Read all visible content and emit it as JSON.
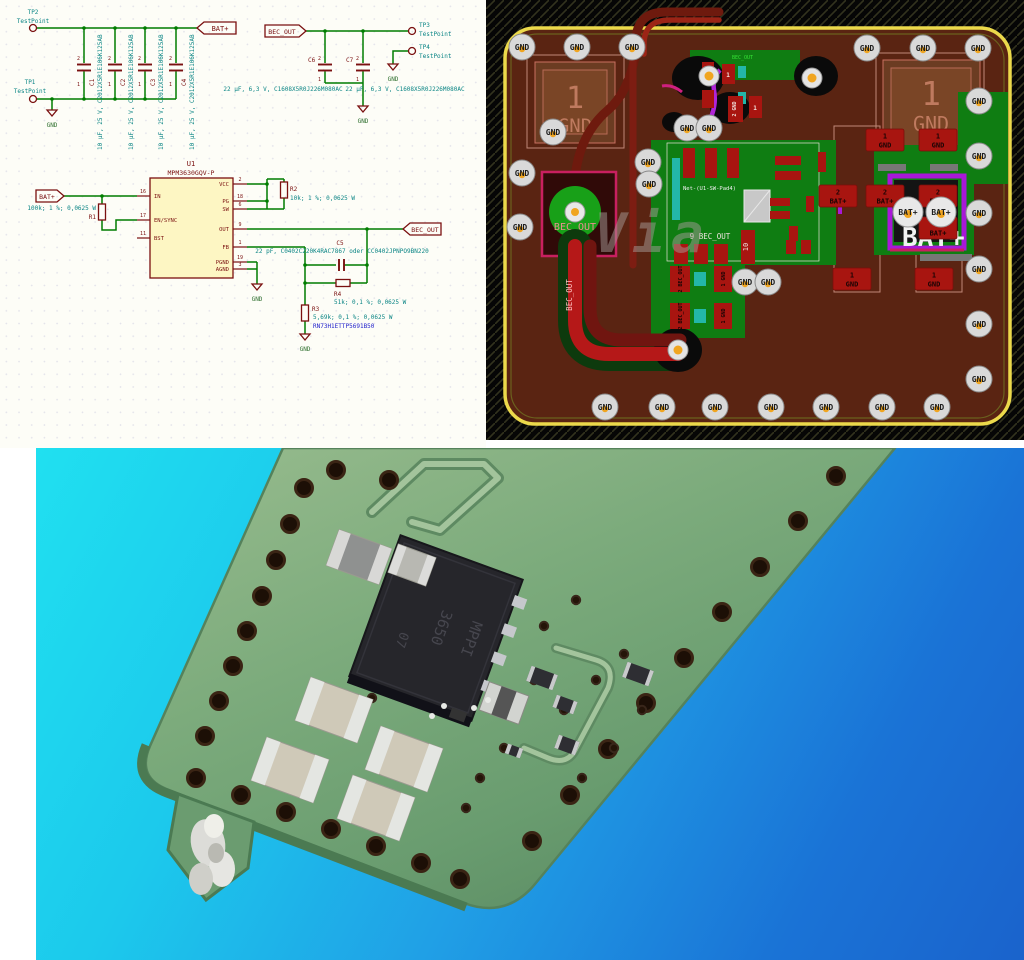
{
  "schematic": {
    "testpoints": {
      "tp1": {
        "ref": "TP1",
        "type": "TestPoint"
      },
      "tp2": {
        "ref": "TP2",
        "type": "TestPoint"
      },
      "tp3": {
        "ref": "TP3",
        "type": "TestPoint"
      },
      "tp4": {
        "ref": "TP4",
        "type": "TestPoint"
      }
    },
    "flags": {
      "bat": "BAT+",
      "bec": "BEC_OUT",
      "gnd": "GND"
    },
    "caps": {
      "input_refs": [
        "C1",
        "C2",
        "C3",
        "C4"
      ],
      "input_value": "10 µF, 25 V, C2012X5R1E106K125AB",
      "output_refs": [
        "C6",
        "C7"
      ],
      "output_value": "22 µF, 6,3 V, C1608X5R0J226M080AC",
      "pin_top": "2",
      "pin_bottom": "1"
    },
    "ic": {
      "ref": "U1",
      "part": "MPM3630GQV-P",
      "pins_left": [
        {
          "num": "16",
          "name": "IN"
        },
        {
          "num": "17",
          "name": "EN/SYNC"
        },
        {
          "num": "11",
          "name": "BST"
        }
      ],
      "pins_right": [
        {
          "num": "2",
          "name": "VCC"
        },
        {
          "num": "18",
          "name": "PG"
        },
        {
          "num": "6",
          "name": "SW"
        },
        {
          "num": "9",
          "name": "OUT"
        },
        {
          "num": "1",
          "name": "FB"
        },
        {
          "num": "19",
          "name": "PGND"
        },
        {
          "num": "3",
          "name": "AGND"
        }
      ]
    },
    "resistors": {
      "r1": {
        "ref": "R1",
        "value": "100k; 1 %; 0,0625 W"
      },
      "r2": {
        "ref": "R2",
        "value": "10k; 1 %; 0,0625 W"
      },
      "r3": {
        "ref": "R3",
        "value": "5,69k; 0,1 %; 0,0625 W",
        "part": "RN73H1ETTP5691B50"
      },
      "r4": {
        "ref": "R4",
        "value": "51k; 0,1 %; 0,0625 W"
      }
    },
    "c5": {
      "ref": "C5",
      "value": "22 pF, C0402C220K4RAC7867 oder CC0402JPNPO9BN220"
    }
  },
  "pcb": {
    "labels": {
      "gnd": "GND",
      "bat": "BAT+",
      "bec": "BEC_OUT",
      "one": "1",
      "two": "2",
      "two_gnd": "2 GND",
      "two_bec": "2 BEC_OUT",
      "one_gnd": "1 GND",
      "nine_bec": "9  BEC_OUT",
      "ten": "10",
      "net_sw": "Net-(U1-SW-Pad4)",
      "watermark": "Via",
      "big_bat": "BAT+"
    },
    "colors": {
      "board": "#5a2412",
      "outline": "#ecd94b",
      "copper_green": "#0f7d12",
      "pad_red": "#a81510",
      "trace_red": "#b51818",
      "purple": "#a818d8",
      "magenta": "#c82060",
      "teal": "#23b7a9"
    }
  },
  "photo": {
    "chip_marking": {
      "logo": "M",
      "line1": "3650",
      "line2": "MPPI",
      "line3": "07"
    }
  }
}
